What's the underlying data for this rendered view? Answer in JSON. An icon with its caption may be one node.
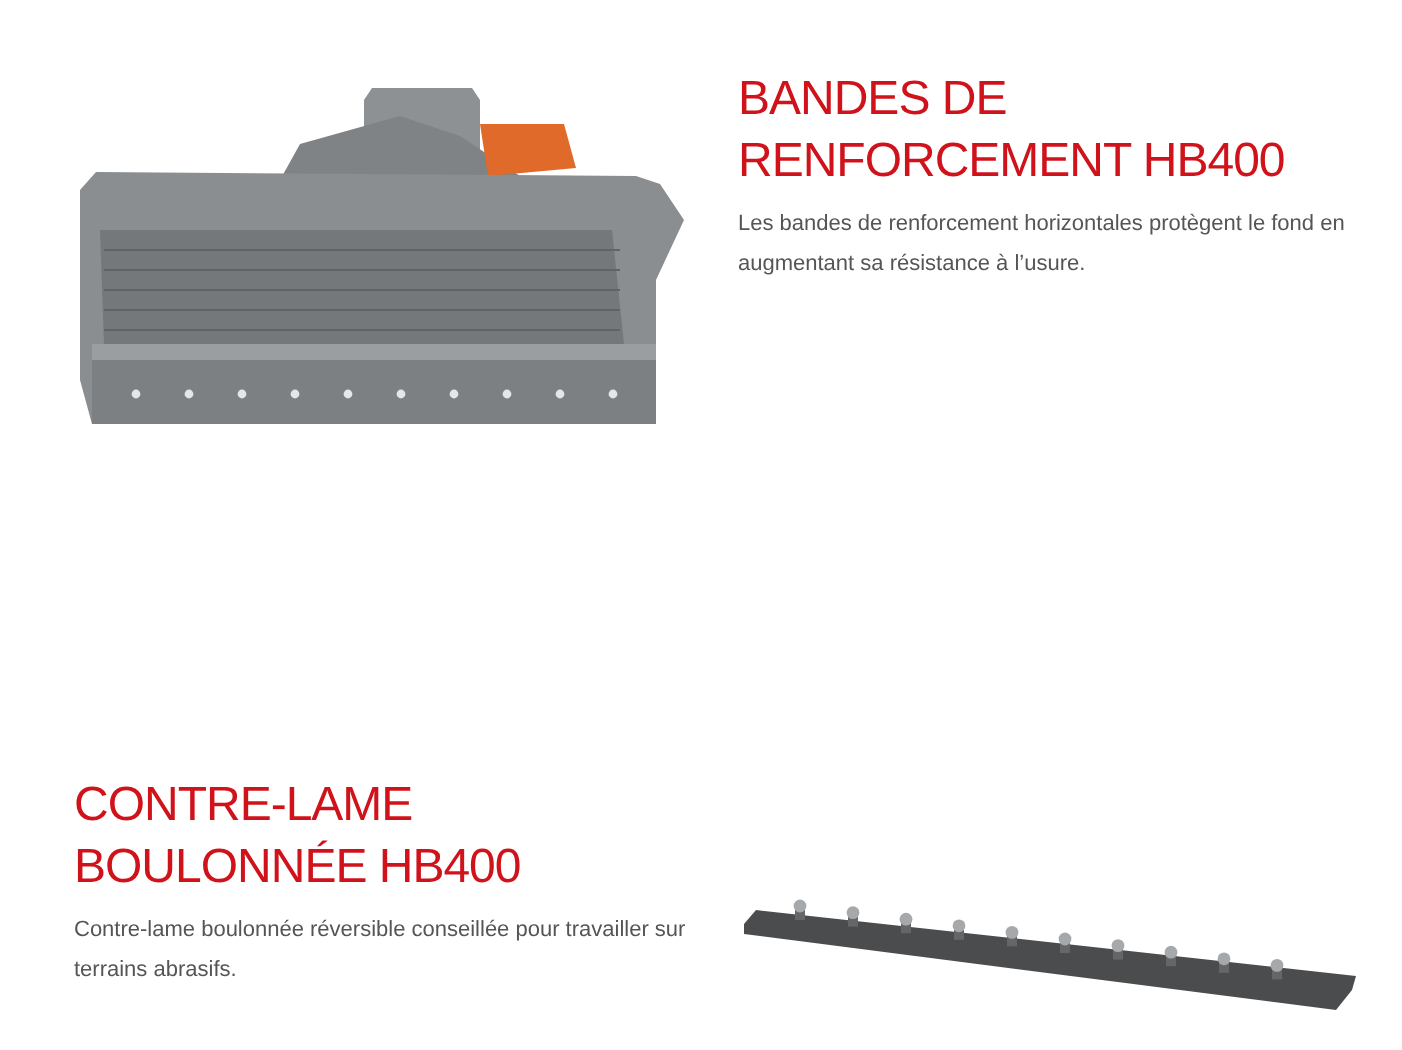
{
  "diagram": {
    "labels": [
      "BANDES DE RENFORCEMENT HB400",
      "Les bandes de renforcement horizontales protègent le fond en augmentant sa résistance à l’usure.",
      "CONTRE-LAME BOULONNÉE HB400",
      "Contre-lame boulonnée réversible conseillée pour travailler sur terrains abrasifs."
    ]
  }
}
